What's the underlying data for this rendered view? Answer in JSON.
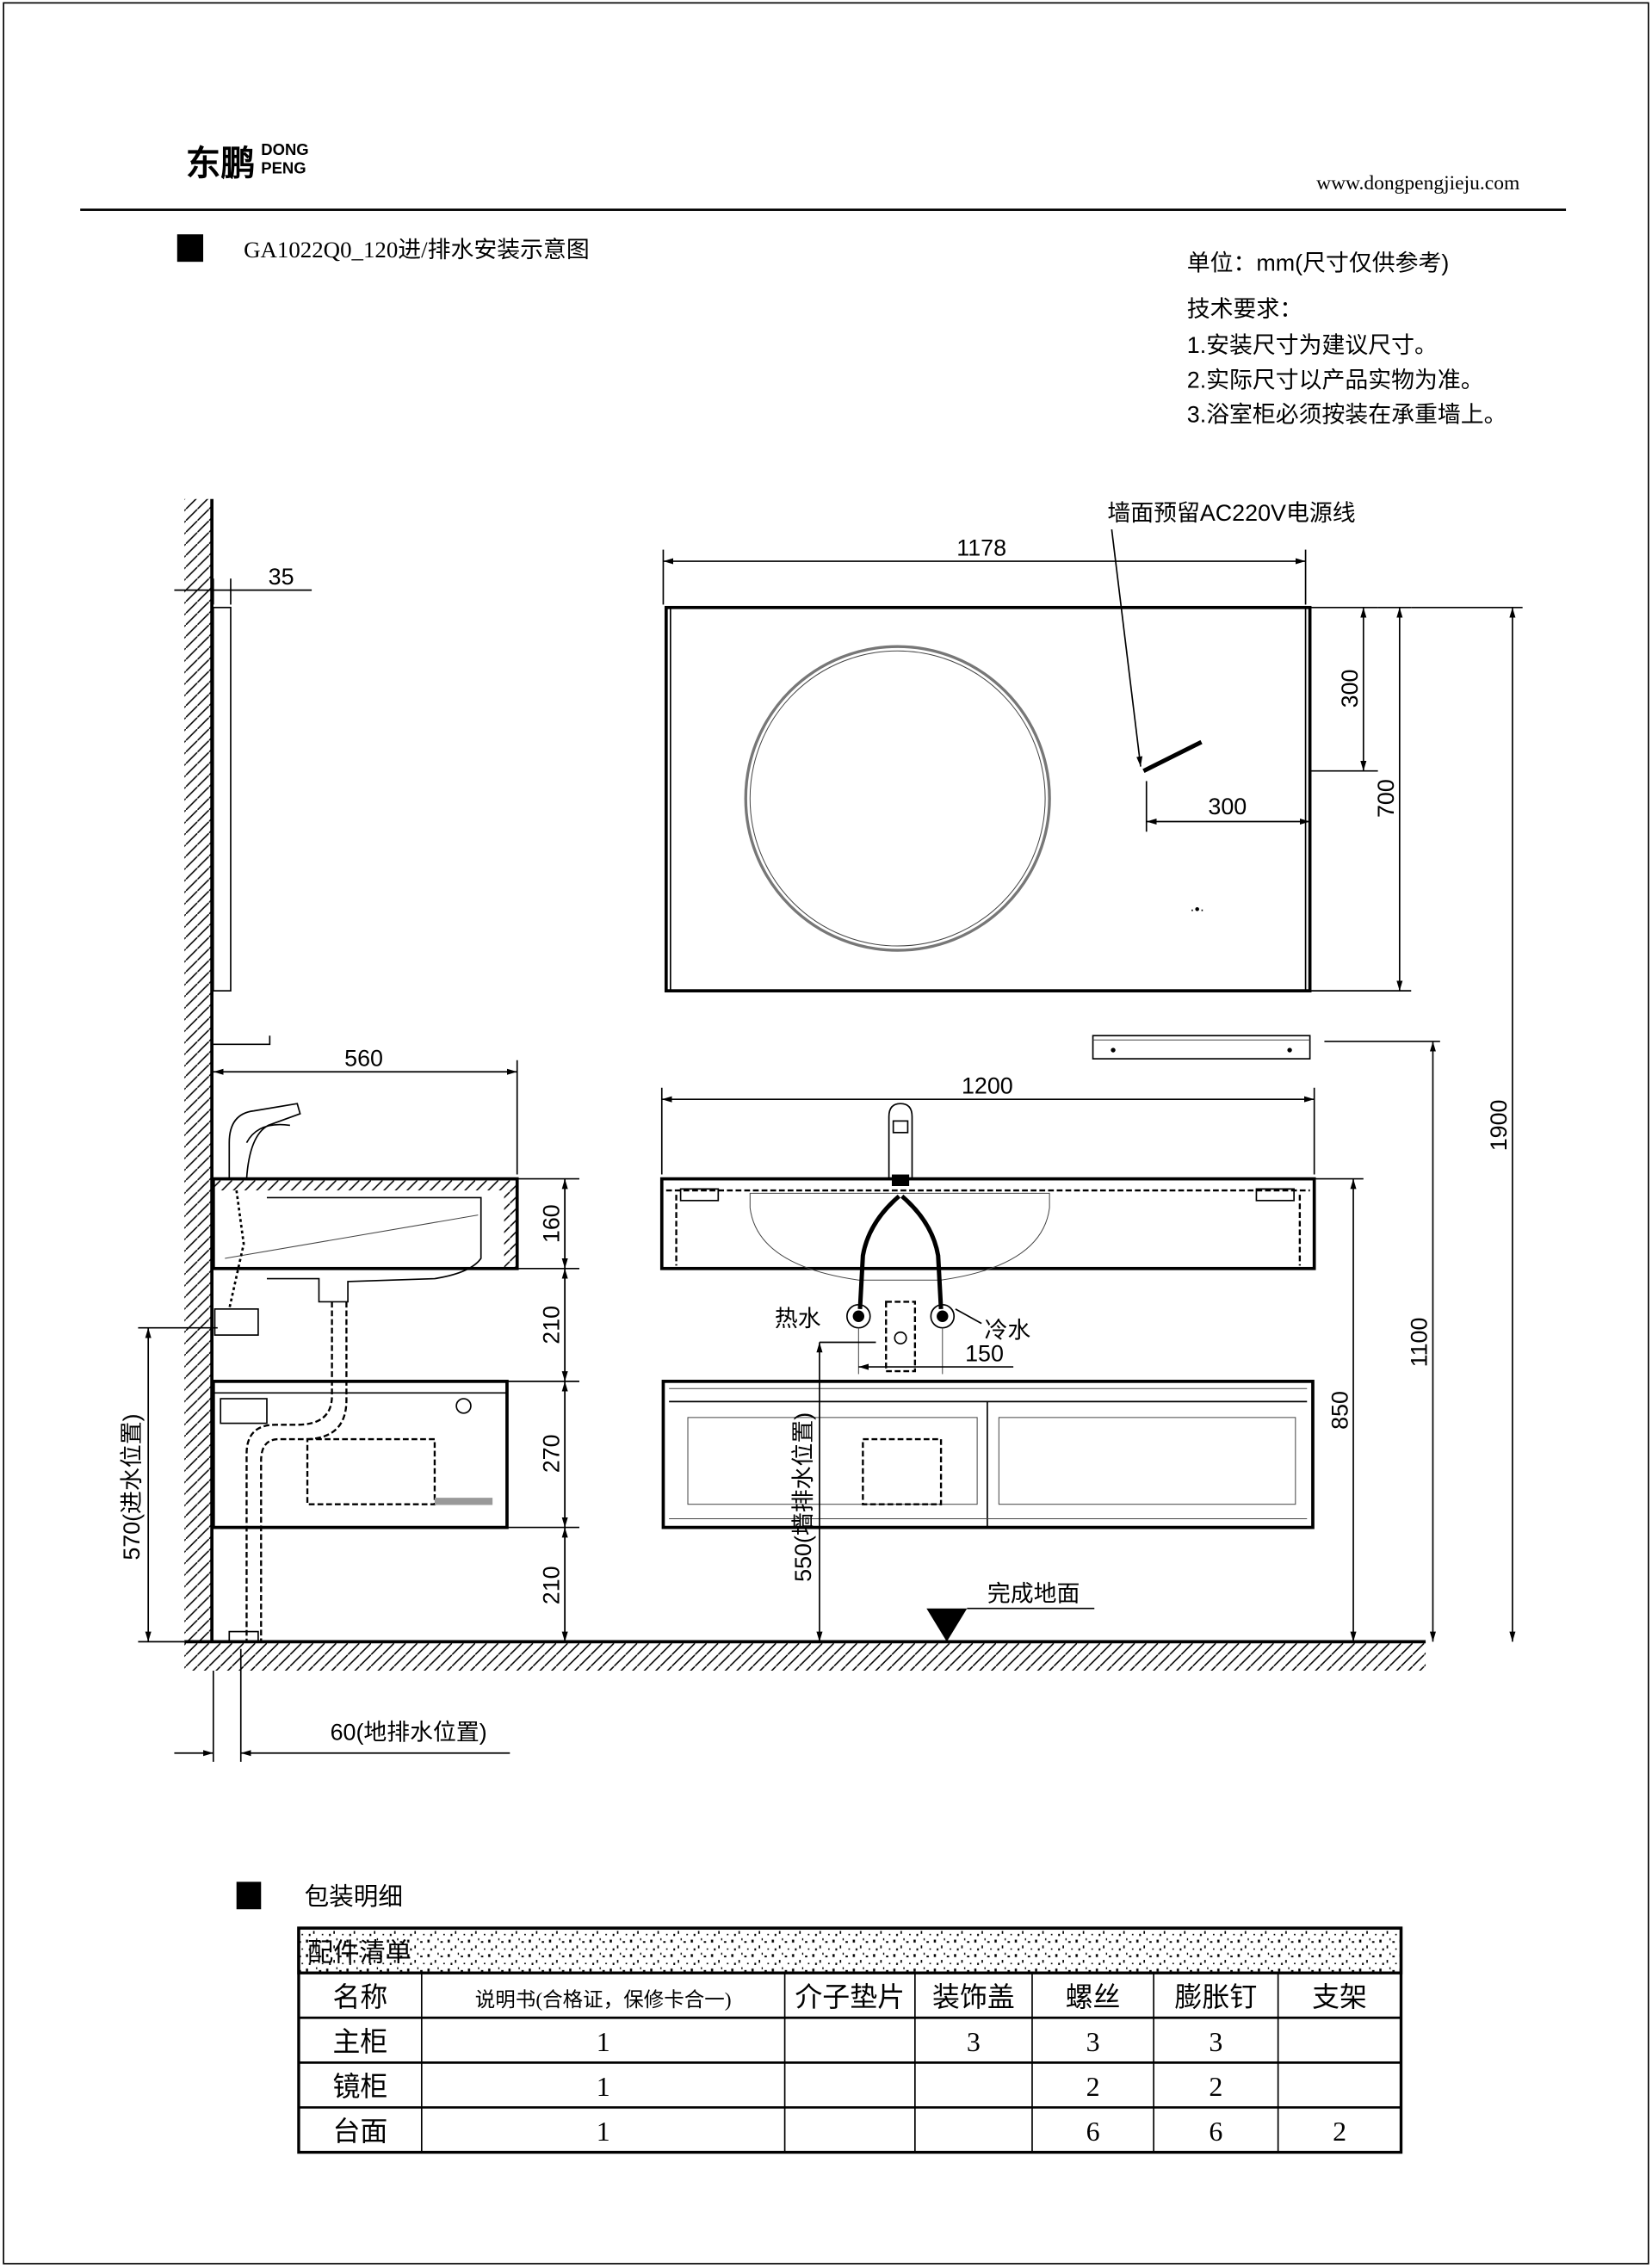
{
  "header": {
    "logo_cn": "东鹏",
    "logo_en": [
      "DONG",
      "PENG"
    ],
    "website": "www.dongpengjieju.com"
  },
  "title": "GA1022Q0_120进/排水安装示意图",
  "notes": {
    "unit": "单位：mm(尺寸仅供参考)",
    "requirements_title": "技术要求：",
    "items": [
      "1.安装尺寸为建议尺寸。",
      "2.实际尺寸以产品实物为准。",
      "3.浴室柜必须按装在承重墙上。"
    ]
  },
  "drawing": {
    "power_note": "墙面预留AC220V电源线",
    "dims": {
      "mirror_depth": "35",
      "mirror_width": "1178",
      "power_from_top": "300",
      "power_from_side": "300",
      "mirror_height": "700",
      "total_height": "1900",
      "bracket_height": "1100",
      "counter_top_height": "850",
      "counter_width": "1200",
      "depth": "560",
      "counter_thickness": "160",
      "gap_upper": "210",
      "cabinet_height": "270",
      "gap_lower": "210",
      "inlet_height": "570(进水位置)",
      "wall_drain_height": "550(墙排水位置)",
      "floor_drain": "60(地排水位置)",
      "inlet_spacing": "150"
    },
    "labels": {
      "hot_water": "热水",
      "cold_water": "冷水",
      "finished_floor": "完成地面"
    }
  },
  "packing": {
    "title": "包装明细",
    "table_title": "配件清单",
    "columns": [
      "名称",
      "说明书(合格证，保修卡合一)",
      "介子垫片",
      "装饰盖",
      "螺丝",
      "膨胀钉",
      "支架"
    ],
    "rows": [
      [
        "主柜",
        "1",
        "",
        "3",
        "3",
        "3",
        ""
      ],
      [
        "镜柜",
        "1",
        "",
        "",
        "2",
        "2",
        ""
      ],
      [
        "台面",
        "1",
        "",
        "",
        "6",
        "6",
        "2"
      ]
    ]
  }
}
